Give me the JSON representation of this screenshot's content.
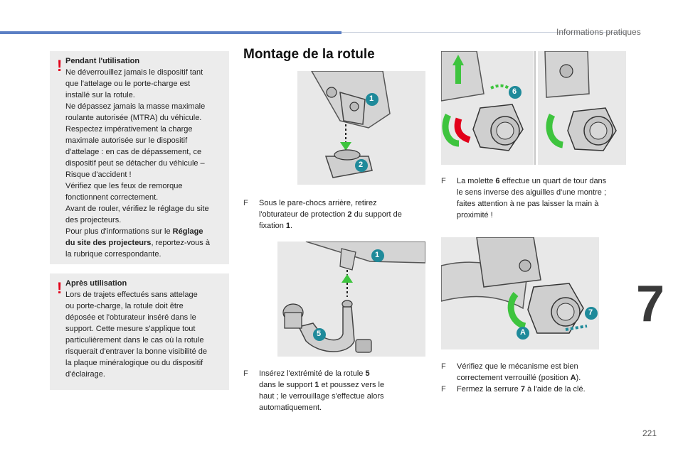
{
  "header": {
    "section_title": "Informations pratiques",
    "page_number": "221",
    "chapter": "7"
  },
  "warnings": {
    "during": {
      "heading": "Pendant l'utilisation",
      "lines": [
        "Ne déverrouillez jamais le dispositif tant",
        "que l'attelage ou le porte-charge est",
        "installé sur la rotule.",
        "Ne dépassez jamais la masse maximale",
        "roulante autorisée (MTRA) du véhicule.",
        "Respectez impérativement la charge",
        "maximale autorisée sur le dispositif",
        "d'attelage : en cas de dépassement, ce",
        "dispositif peut se détacher du véhicule –",
        "Risque d'accident !",
        "Vérifiez que les feux de remorque",
        "fonctionnent correctement.",
        "Avant de rouler, vérifiez le réglage du site",
        "des projecteurs."
      ],
      "ref_pre": "Pour plus d'informations sur le ",
      "ref_bold_1": "Réglage",
      "ref_bold_2": "du site des projecteurs",
      "ref_post": ", reportez-vous à",
      "ref_last": "la rubrique correspondante."
    },
    "after": {
      "heading": "Après utilisation",
      "lines": [
        "Lors de trajets effectués sans attelage",
        "ou porte-charge, la rotule doit être",
        "déposée et l'obturateur inséré dans le",
        "support. Cette mesure s'applique tout",
        "particulièrement dans le cas où la rotule",
        "risquerait d'entraver la bonne visibilité de",
        "la plaque minéralogique ou du dispositif",
        "d'éclairage."
      ]
    }
  },
  "main": {
    "title": "Montage de la rotule",
    "figure_labels": {
      "one": "1",
      "two": "2",
      "five": "5",
      "six": "6",
      "seven": "7",
      "a": "A"
    },
    "bullet": "F",
    "step1": {
      "l1": "Sous le pare-chocs arrière, retirez",
      "l2_pre": "l'obturateur de protection ",
      "l2_b": "2",
      "l2_post": " du support de",
      "l3_pre": "fixation ",
      "l3_b": "1",
      "l3_post": "."
    },
    "step2": {
      "l1_pre": "Insérez l'extrémité de la rotule ",
      "l1_b": "5",
      "l2_pre": "dans le support ",
      "l2_b": "1",
      "l2_post": " et poussez vers le",
      "l3": "haut ; le verrouillage s'effectue alors",
      "l4": "automatiquement."
    },
    "step3": {
      "l1_pre": "La molette ",
      "l1_b": "6",
      "l1_post": " effectue un quart de tour dans",
      "l2": "le sens inverse des aiguilles d'une montre ;",
      "l3": "faites attention à ne pas laisser la main à",
      "l4": "proximité !"
    },
    "step4": {
      "l1": "Vérifiez que le mécanisme est bien",
      "l2_pre": "correctement verrouillé (position ",
      "l2_b": "A",
      "l2_post": ")."
    },
    "step5": {
      "l1_pre": "Fermez la serrure ",
      "l1_b": "7",
      "l1_post": " à l'aide de la clé."
    }
  },
  "colors": {
    "accent_blue": "#5b7fc4",
    "label_teal": "#1f8a9a",
    "warning_red": "#e2001a",
    "arrow_green": "#3ec43e"
  }
}
